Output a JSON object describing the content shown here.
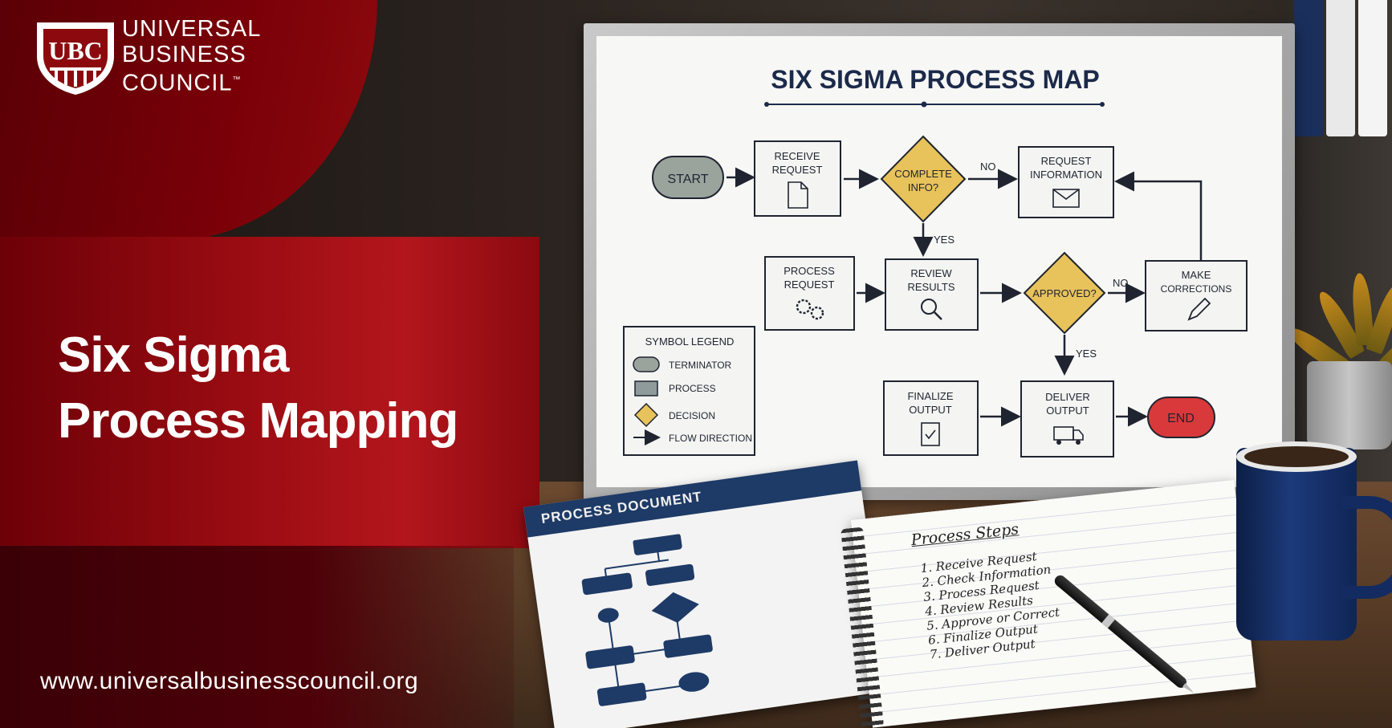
{
  "brand": {
    "logo_monogram": "UBC",
    "name_line1": "UNIVERSAL",
    "name_line2": "BUSINESS",
    "name_line3": "COUNCIL",
    "trademark": "™"
  },
  "headline": {
    "line1": "Six Sigma",
    "line2": "Process Mapping"
  },
  "website": "www.universalbusinesscouncil.org",
  "board": {
    "title": "SIX SIGMA PROCESS MAP",
    "nodes": {
      "start": "START",
      "receive": [
        "RECEIVE",
        "REQUEST"
      ],
      "complete": [
        "COMPLETE",
        "INFO?"
      ],
      "request_info": [
        "REQUEST",
        "INFORMATION"
      ],
      "process": [
        "PROCESS",
        "REQUEST"
      ],
      "review": [
        "REVIEW",
        "RESULTS"
      ],
      "approved": "APPROVED?",
      "corrections": [
        "MAKE",
        "CORRECTIONS"
      ],
      "finalize": [
        "FINALIZE",
        "OUTPUT"
      ],
      "deliver": [
        "DELIVER",
        "OUTPUT"
      ],
      "end": "END"
    },
    "edge_labels": {
      "no_1": "NO",
      "yes_1": "YES",
      "no_2": "NO",
      "yes_2": "YES"
    },
    "legend": {
      "title": "SYMBOL LEGEND",
      "items": [
        "TERMINATOR",
        "PROCESS",
        "DECISION",
        "FLOW DIRECTION"
      ]
    },
    "colors": {
      "terminator": "#9aa49c",
      "decision": "#e8c25a",
      "end": "#d9393a",
      "process_fill": "#f4f4f2",
      "ink": "#1f2430",
      "title": "#1c2a4a"
    }
  },
  "process_document": {
    "title": "PROCESS DOCUMENT",
    "accent": "#1e3a66"
  },
  "notebook": {
    "title": "Process Steps",
    "steps": [
      "1. Receive Request",
      "2. Check Information",
      "3. Process Request",
      "4. Review Results",
      "5. Approve or Correct",
      "6. Finalize Output",
      "7. Deliver Output"
    ]
  },
  "colors": {
    "brand_red": "#9a0c12",
    "brand_dark_red": "#5a0006",
    "mug_blue": "#1c3a7a"
  }
}
